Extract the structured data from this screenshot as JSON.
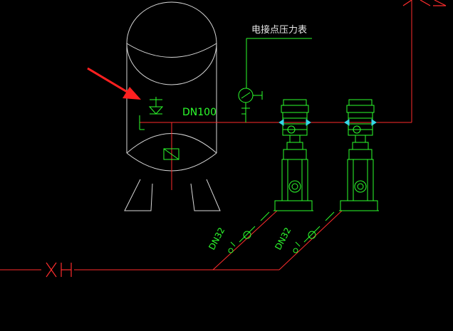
{
  "labels": {
    "gauge_label": "电接点压力表",
    "main_pipe": "DN100",
    "suction_left": "DN32",
    "suction_right": "DN32",
    "line_code": "XH"
  },
  "colors": {
    "background": "#000000",
    "pipe": "#ff2d2d",
    "equipment": "#2dff2d",
    "tank": "#d8d8d8",
    "arrow": "#ff2020",
    "accent": "#37d7e6"
  }
}
